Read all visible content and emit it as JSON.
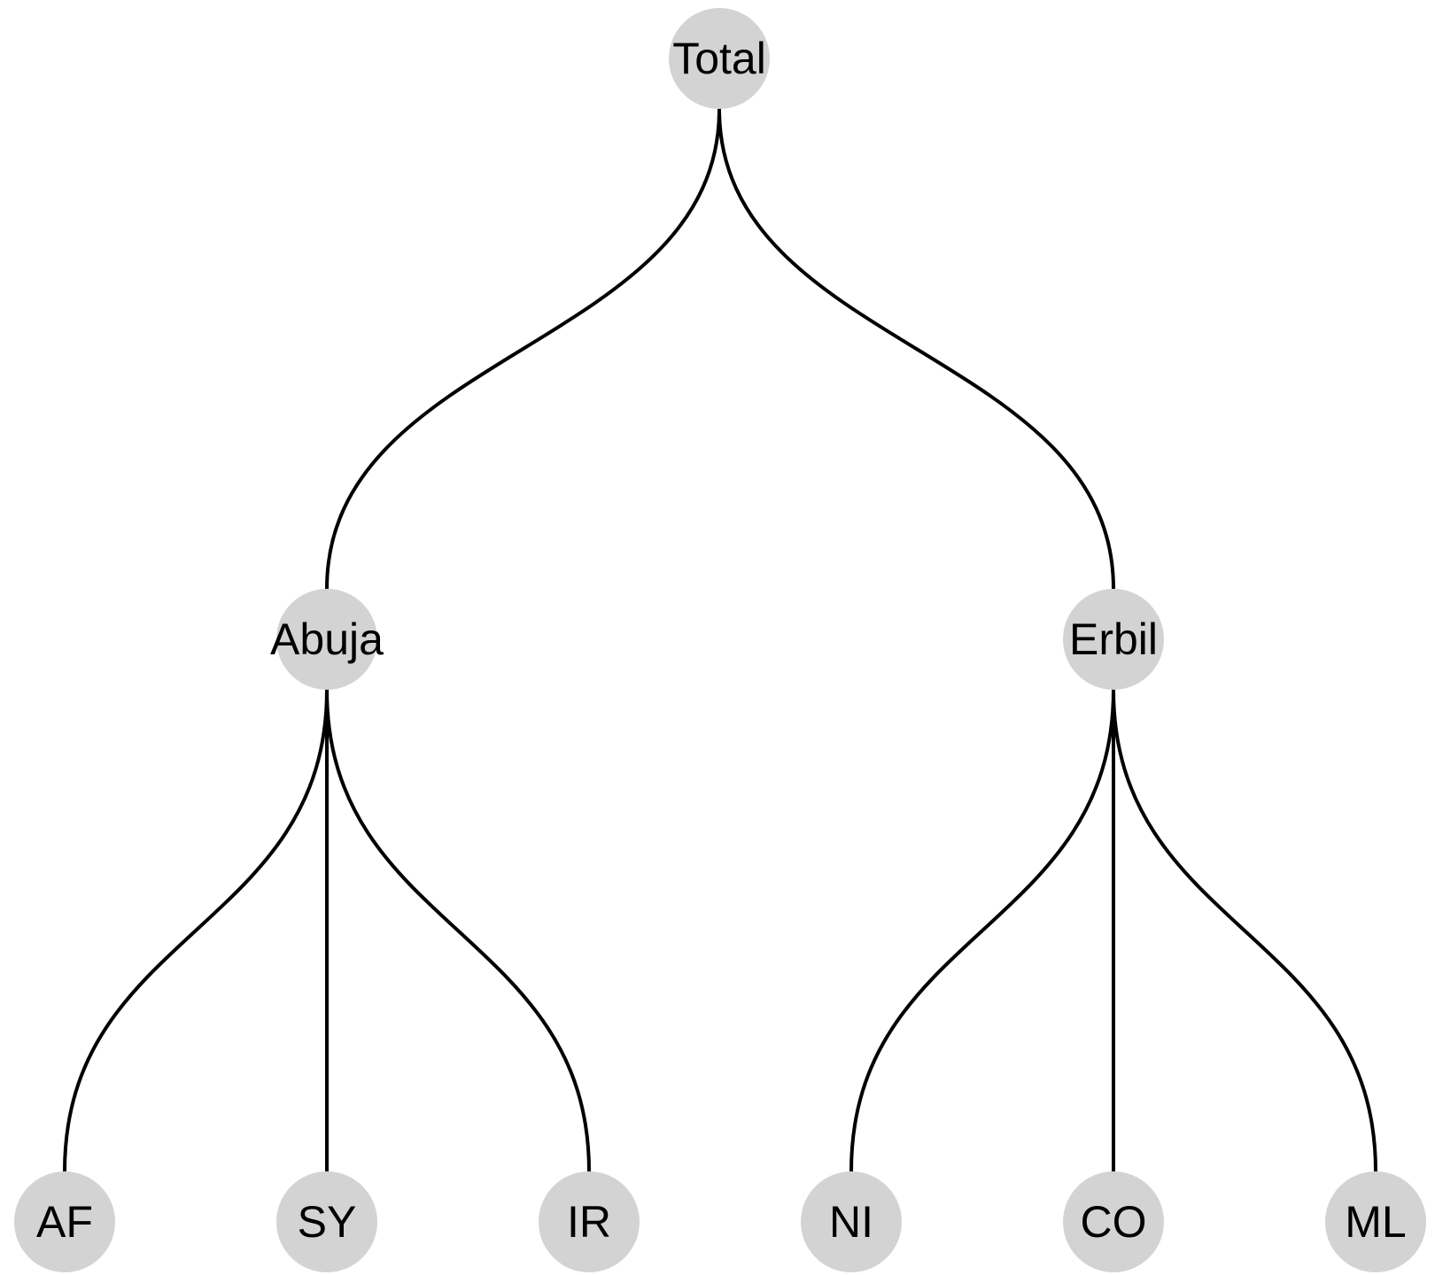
{
  "colors": {
    "node_fill": "#d3d3d3",
    "edge_stroke": "#000000",
    "label_text": "#000000",
    "background": "#ffffff"
  },
  "tree": {
    "root": {
      "label": "Total",
      "children": [
        {
          "label": "Abuja",
          "children": [
            {
              "label": "AF"
            },
            {
              "label": "SY"
            },
            {
              "label": "IR"
            }
          ]
        },
        {
          "label": "Erbil",
          "children": [
            {
              "label": "NI"
            },
            {
              "label": "CO"
            },
            {
              "label": "ML"
            }
          ]
        }
      ]
    }
  }
}
